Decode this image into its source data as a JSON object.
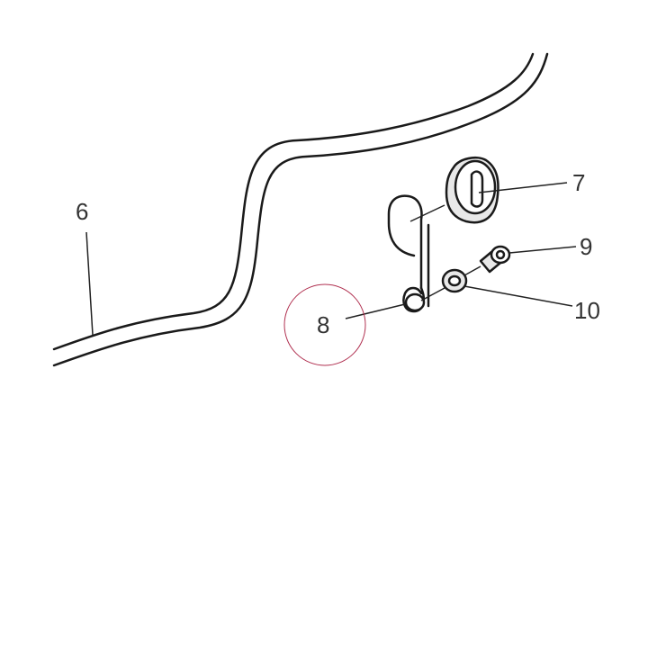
{
  "callouts": {
    "part6": "6",
    "part7": "7",
    "part8": "8",
    "part9": "9",
    "part10": "10"
  },
  "colors": {
    "line": "#1a1a1a",
    "label": "#333333",
    "highlight_circle": "#b03050"
  },
  "highlighted_part": "8"
}
